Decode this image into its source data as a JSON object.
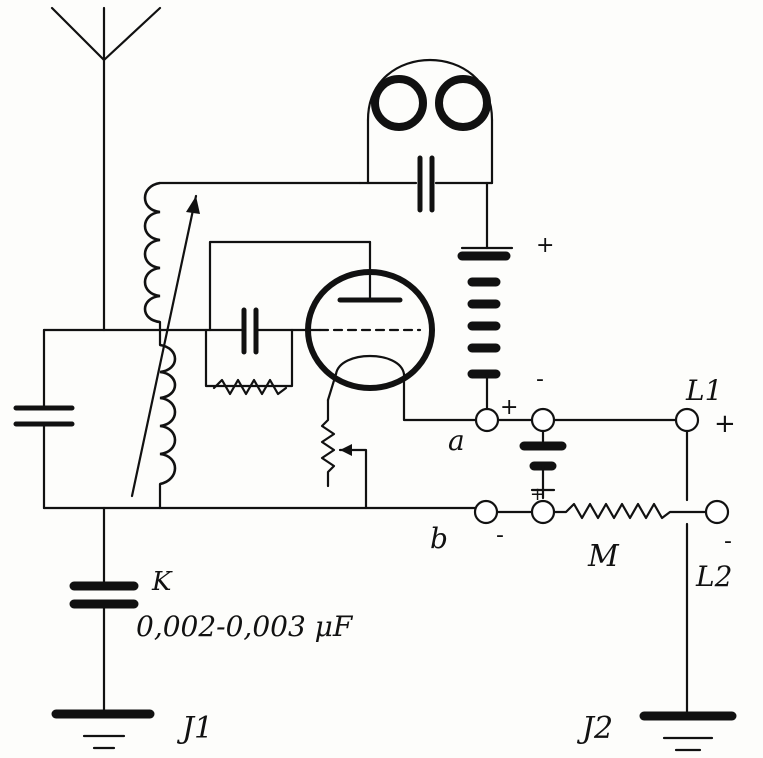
{
  "labels": {
    "capacitor_name": "K",
    "capacitor_value": "0,002-0,003 μF",
    "ground_left": "J1",
    "ground_right": "J2",
    "terminal_a": "a",
    "terminal_b": "b",
    "terminal_L1": "L1",
    "terminal_L2": "L2",
    "resistor_M": "M"
  },
  "signs": {
    "battery_top_plus": "+",
    "a_plus": "+",
    "a_minus": "-",
    "L1_plus": "+",
    "b_minus": "-",
    "L2_minus": "-",
    "grid_battery_plus": "+"
  }
}
